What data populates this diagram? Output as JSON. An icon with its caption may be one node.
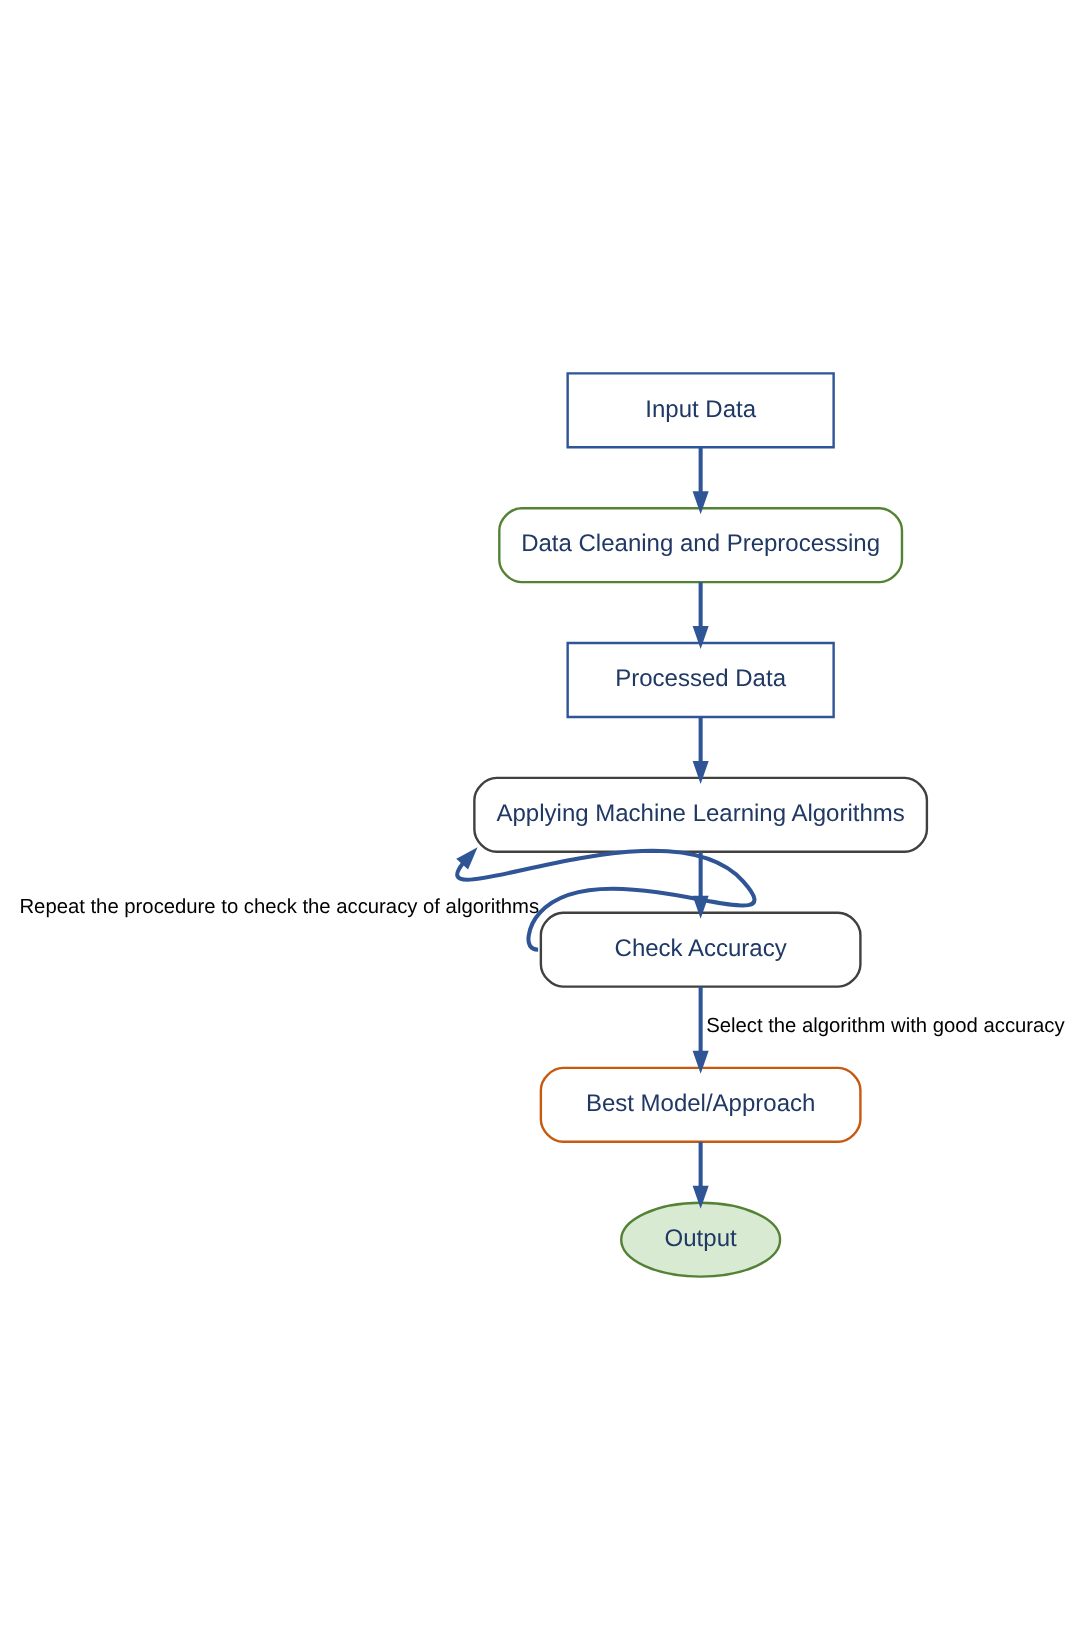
{
  "diagram": {
    "nodes": [
      {
        "text": [
          "Input Data"
        ]
      },
      {
        "text": [
          "Data Cleaning and Preprocessing"
        ]
      },
      {
        "text": [
          "Processed Data"
        ]
      },
      {
        "text": [
          "Applying Machine Learning Algorithms"
        ]
      },
      {
        "text": [
          "Check Accuracy"
        ]
      },
      {
        "text": [
          "Best Model/Approach"
        ]
      },
      {
        "text": [
          "Output"
        ]
      }
    ],
    "edges": [
      {
        "from": 0,
        "to": 1,
        "arrow": "to"
      },
      {
        "from": 1,
        "to": 2,
        "arrow": "to"
      },
      {
        "from": 2,
        "to": 3,
        "arrow": "to"
      },
      {
        "from": 3,
        "to": 4,
        "arrow": "to"
      },
      {
        "from": 4,
        "to": 3,
        "arrow": "to",
        "label": "Repeat the procedure to check the accuracy of algorithms"
      },
      {
        "from": 4,
        "to": 5,
        "arrow": "to",
        "label": "Select the algorithm with good accuracy"
      },
      {
        "from": 5,
        "to": 6,
        "arrow": "to"
      }
    ]
  }
}
